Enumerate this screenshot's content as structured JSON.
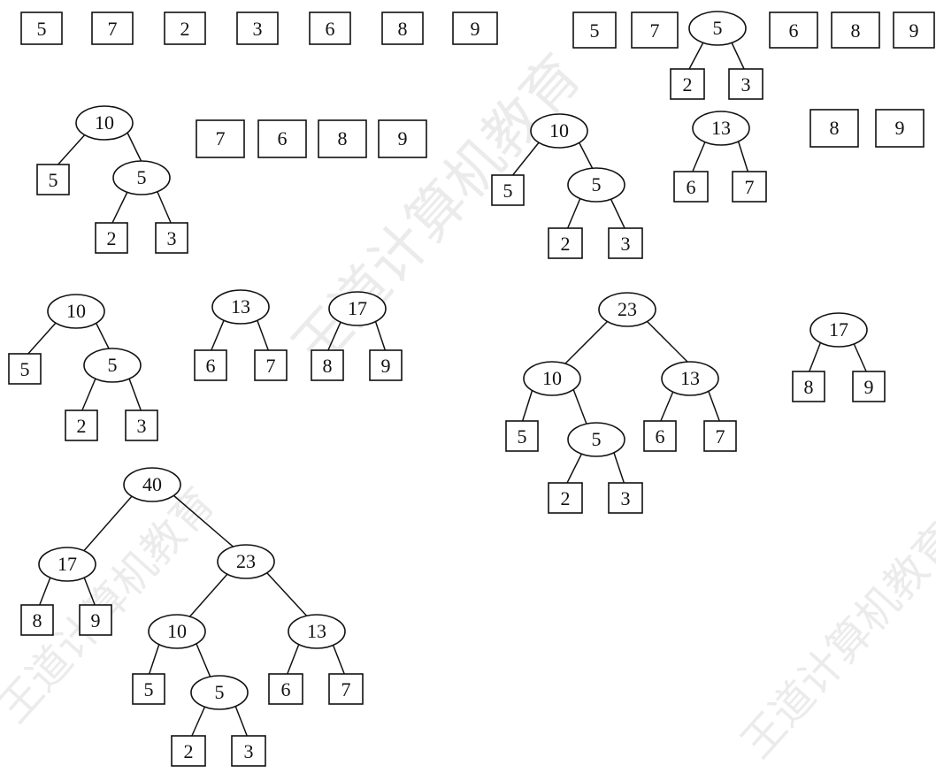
{
  "watermark": "王道计算机教育",
  "diagram": {
    "stages": [
      {
        "name": "stage-1-initial",
        "leaves": [
          "5",
          "7",
          "2",
          "3",
          "6",
          "8",
          "9"
        ]
      },
      {
        "name": "stage-2",
        "leaves_before": [
          "5",
          "7"
        ],
        "trees": [
          {
            "value": "5",
            "children": [
              "2",
              "3"
            ]
          }
        ],
        "leaves_after": [
          "6",
          "8",
          "9"
        ]
      },
      {
        "name": "stage-3",
        "trees": [
          {
            "value": "10",
            "children": [
              "5",
              {
                "value": "5",
                "children": [
                  "2",
                  "3"
                ]
              }
            ]
          }
        ],
        "leaves_after": [
          "7",
          "6",
          "8",
          "9"
        ]
      },
      {
        "name": "stage-4",
        "trees": [
          {
            "value": "10",
            "children": [
              "5",
              {
                "value": "5",
                "children": [
                  "2",
                  "3"
                ]
              }
            ]
          },
          {
            "value": "13",
            "children": [
              "6",
              "7"
            ]
          }
        ],
        "leaves_after": [
          "8",
          "9"
        ]
      },
      {
        "name": "stage-5",
        "trees": [
          {
            "value": "10",
            "children": [
              "5",
              {
                "value": "5",
                "children": [
                  "2",
                  "3"
                ]
              }
            ]
          },
          {
            "value": "13",
            "children": [
              "6",
              "7"
            ]
          },
          {
            "value": "17",
            "children": [
              "8",
              "9"
            ]
          }
        ]
      },
      {
        "name": "stage-6",
        "trees": [
          {
            "value": "23",
            "children": [
              {
                "value": "10",
                "children": [
                  "5",
                  {
                    "value": "5",
                    "children": [
                      "2",
                      "3"
                    ]
                  }
                ]
              },
              {
                "value": "13",
                "children": [
                  "6",
                  "7"
                ]
              }
            ]
          },
          {
            "value": "17",
            "children": [
              "8",
              "9"
            ]
          }
        ]
      },
      {
        "name": "stage-7-final",
        "trees": [
          {
            "value": "40",
            "children": [
              {
                "value": "17",
                "children": [
                  "8",
                  "9"
                ]
              },
              {
                "value": "23",
                "children": [
                  {
                    "value": "10",
                    "children": [
                      "5",
                      {
                        "value": "5",
                        "children": [
                          "2",
                          "3"
                        ]
                      }
                    ]
                  },
                  {
                    "value": "13",
                    "children": [
                      "6",
                      "7"
                    ]
                  }
                ]
              }
            ]
          }
        ]
      }
    ],
    "labels": {
      "row1_left": [
        "5",
        "7",
        "2",
        "3",
        "6",
        "8",
        "9"
      ],
      "row1_right_leaves": [
        "5",
        "7",
        "6",
        "8",
        "9"
      ],
      "row1_right_tree": [
        "5",
        "2",
        "3"
      ],
      "r2l_tree": [
        "10",
        "5",
        "5",
        "2",
        "3"
      ],
      "r2l_leaves": [
        "7",
        "6",
        "8",
        "9"
      ],
      "r2r_tree10": [
        "10",
        "5",
        "5",
        "2",
        "3"
      ],
      "r2r_tree13": [
        "13",
        "6",
        "7"
      ],
      "r2r_leaves": [
        "8",
        "9"
      ],
      "r3l_tree10": [
        "10",
        "5",
        "5",
        "2",
        "3"
      ],
      "r3l_tree13": [
        "13",
        "6",
        "7"
      ],
      "r3l_tree17": [
        "17",
        "8",
        "9"
      ],
      "r3r_tree23": [
        "23",
        "10",
        "13",
        "5",
        "5",
        "6",
        "7",
        "2",
        "3"
      ],
      "r3r_tree17": [
        "17",
        "8",
        "9"
      ],
      "r4_tree40": [
        "40",
        "17",
        "23",
        "8",
        "9",
        "10",
        "13",
        "5",
        "5",
        "6",
        "7",
        "2",
        "3"
      ]
    }
  }
}
